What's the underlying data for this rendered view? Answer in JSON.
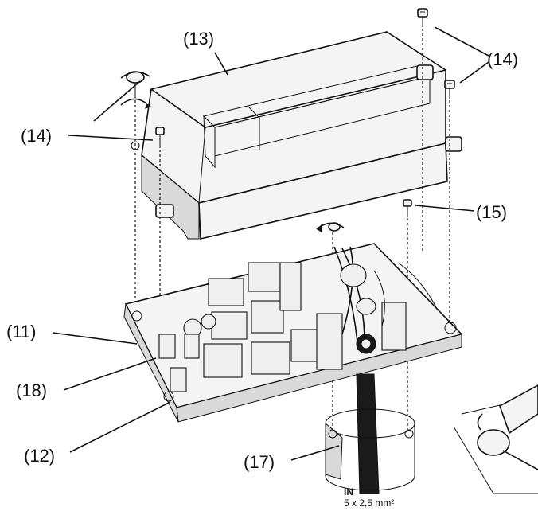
{
  "labels": {
    "cover": "(13)",
    "screw_right": "(14)",
    "screw_left": "(14)",
    "screw_inner": "(15)",
    "base_left": "(11)",
    "terminal": "(18)",
    "base_bottom": "(12)",
    "conduit": "(17)"
  },
  "cable_note": {
    "title": "IN",
    "spec": "5 x 2,5 mm²"
  },
  "colors": {
    "ink": "#111111",
    "paper": "#ffffff",
    "housing": "#f4f4f4",
    "shadow": "#d9d9d9",
    "cable": "#1a1a1a"
  }
}
